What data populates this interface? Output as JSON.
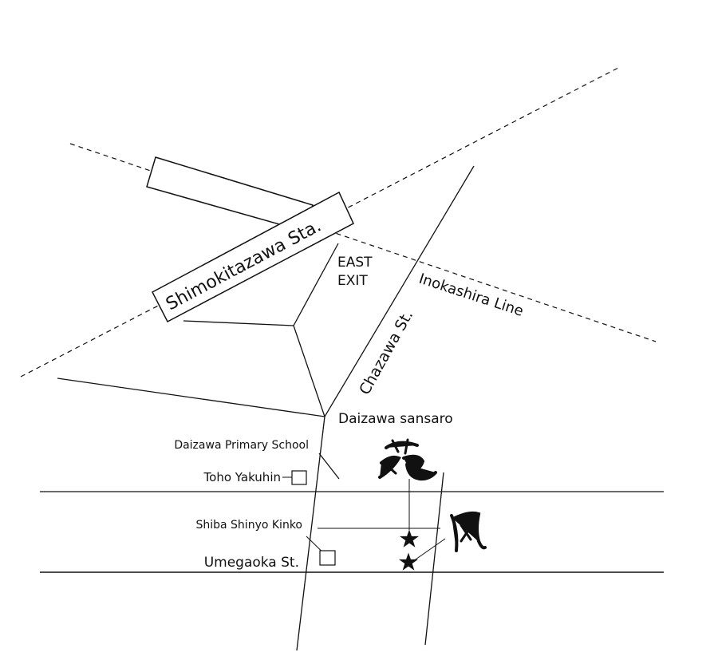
{
  "map": {
    "station": {
      "label": "Shimokitazawa Sta."
    },
    "exit": {
      "line1": "EAST",
      "line2": "EXIT"
    },
    "rail_line": {
      "label": "Inokashira Line"
    },
    "streets": {
      "chazawa": "Chazawa St.",
      "daizawa_sansaro": "Daizawa sansaro",
      "umegaoka": "Umegaoka St."
    },
    "landmarks": {
      "school": "Daizawa Primary School",
      "toho": "Toho Yakuhin",
      "shiba": "Shiba Shinyo Kinko"
    },
    "logo_text": "苑凪",
    "markers": [
      "destination-star",
      "destination-star"
    ],
    "colors": {
      "ink": "#111111",
      "background": "#ffffff"
    }
  }
}
